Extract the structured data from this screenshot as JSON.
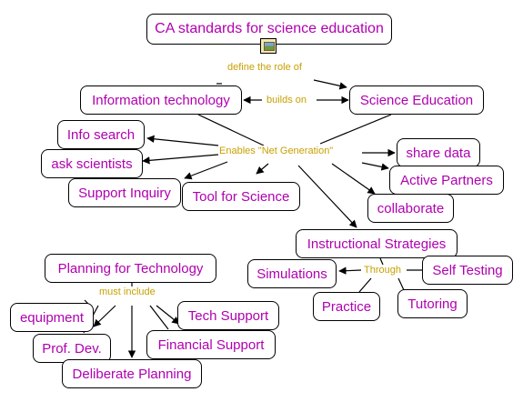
{
  "nodes": {
    "ca_standards": "CA standards for science education",
    "information_technology": "Information technology",
    "science_education": "Science Education",
    "info_search": "Info search",
    "ask_scientists": "ask scientists",
    "support_inquiry": "Support Inquiry",
    "tool_for_science": "Tool for Science",
    "share_data": "share data",
    "active_partners": "Active Partners",
    "collaborate": "collaborate",
    "instructional_strategies": "Instructional Strategies",
    "simulations": "Simulations",
    "self_testing": "Self Testing",
    "practice": "Practice",
    "tutoring": "Tutoring",
    "planning_for_technology": "Planning for Technology",
    "equipment": "equipment",
    "tech_support": "Tech Support",
    "prof_dev": "Prof. Dev.",
    "financial_support": "Financial Support",
    "deliberate_planning": "Deliberate Planning"
  },
  "link_labels": {
    "define_the_role_of": "define the role of",
    "builds_on": "builds on",
    "enables_net_generation": "Enables \"Net Generation\"",
    "through": "Through",
    "must_include": "must include"
  },
  "icons": {
    "document": "document-image-icon"
  },
  "colors": {
    "node_text": "#b000b0",
    "link_label": "#c8a000",
    "border": "#000000"
  }
}
